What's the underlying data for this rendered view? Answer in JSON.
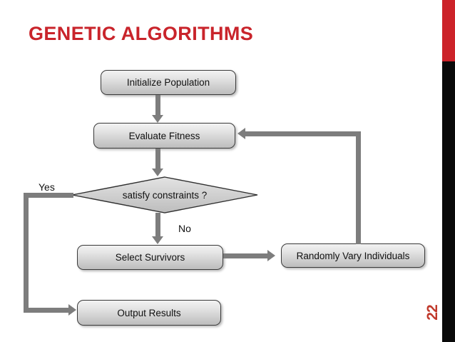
{
  "slide": {
    "title": "GENETIC ALGORITHMS",
    "page_number": "22",
    "accent_red": "#C9242B",
    "accent_black": "#0A0A0A",
    "connector_gray": "#7d7d7d",
    "node_border": "#3a3a3a"
  },
  "flowchart": {
    "nodes": [
      {
        "id": "initialize-population",
        "label": "Initialize Population"
      },
      {
        "id": "evaluate-fitness",
        "label": "Evaluate Fitness"
      },
      {
        "id": "satisfy-constraints",
        "label": "satisfy constraints ?"
      },
      {
        "id": "select-survivors",
        "label": "Select Survivors"
      },
      {
        "id": "randomly-vary-individuals",
        "label": "Randomly Vary Individuals"
      },
      {
        "id": "output-results",
        "label": "Output Results"
      }
    ],
    "branch_labels": {
      "yes": "Yes",
      "no": "No"
    }
  }
}
